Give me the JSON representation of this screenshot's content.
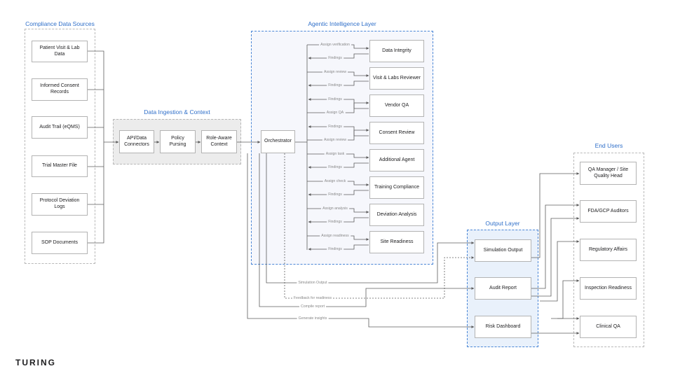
{
  "groups": {
    "sources": "Compliance Data Sources",
    "ingestion": "Data Ingestion & Context",
    "agentic": "Agentic Intelligence Layer",
    "output": "Output Layer",
    "users": "End Users"
  },
  "sources": [
    "Patient Visit & Lab Data",
    "Informed Consent Records",
    "Audit Trail (eQMS)",
    "Trial Master File",
    "Protocol Deviation Logs",
    "SOP Documents"
  ],
  "ingestion": [
    "API/Data Connectors",
    "Policy Pursing",
    "Role-Aware Context"
  ],
  "orchestrator": "Orchestrator",
  "agents": [
    {
      "name": "Data Integrity",
      "assign": "Assign verification",
      "findings": "Findings"
    },
    {
      "name": "Visit & Labs Reviewer",
      "assign": "Assign review",
      "findings": "Findings"
    },
    {
      "name": "Vendor QA",
      "assign": "Assign QA",
      "findings": "Findings"
    },
    {
      "name": "Consent Review",
      "assign": "Assign review",
      "findings": "Findings"
    },
    {
      "name": "Additional Agent",
      "assign": "Assign task",
      "findings": "Findings"
    },
    {
      "name": "Training Compliance",
      "assign": "Assign check",
      "findings": "Findings"
    },
    {
      "name": "Deviation Analysis",
      "assign": "Assign analysis",
      "findings": "Findings"
    },
    {
      "name": "Site Readiness",
      "assign": "Assign readiness",
      "findings": "Findings"
    }
  ],
  "outputs": [
    "Simulation Output",
    "Audit Report",
    "Risk Dashboard"
  ],
  "users": [
    "QA Manager / Site Quality Head",
    "FDA/GCP Auditors",
    "Regulatory Affairs",
    "Inspection Readiness",
    "Clinical QA"
  ],
  "bottom_edges": {
    "simulation": "Simulation Output",
    "feedback": "Feedback for readiness",
    "compile": "Compile report",
    "generate": "Generate insights"
  },
  "brand": "TURING",
  "colors": {
    "accent": "#2f6fc9",
    "line": "#5c5c5c",
    "agentic_bg": "#f6f7fc",
    "output_bg": "#e9f1fb"
  }
}
